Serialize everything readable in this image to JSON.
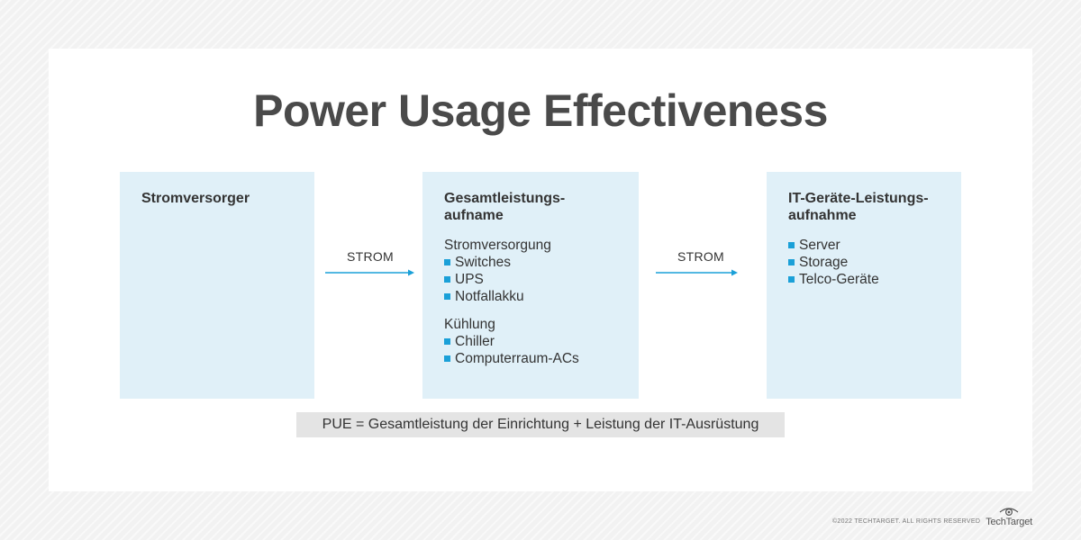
{
  "title": "Power Usage Effectiveness",
  "boxes": {
    "left": {
      "title": "Stromversorger"
    },
    "middle": {
      "title_line1": "Gesamtleistungs-",
      "title_line2": "aufname",
      "groups": [
        {
          "title": "Stromversorgung",
          "items": [
            "Switches",
            "UPS",
            "Notfallakku"
          ]
        },
        {
          "title": "Kühlung",
          "items": [
            "Chiller",
            "Computerraum-ACs"
          ]
        }
      ]
    },
    "right": {
      "title_line1": "IT-Geräte-Leistungs-",
      "title_line2": "aufnahme",
      "items": [
        "Server",
        "Storage",
        "Telco-Geräte"
      ]
    }
  },
  "arrows": [
    {
      "label": "STROM"
    },
    {
      "label": "STROM"
    }
  ],
  "formula": "PUE = Gesamtleistung der Einrichtung + Leistung der IT-Ausrüstung",
  "footer": {
    "copyright": "©2022 TECHTARGET. ALL RIGHTS RESERVED",
    "logo": "TechTarget"
  },
  "colors": {
    "box_background": "#e0f0f8",
    "accent": "#1aa0d8",
    "title": "#4a4a4a",
    "formula_background": "#e4e4e4"
  },
  "icons": {
    "bullet": "square-bullet-icon",
    "arrow": "arrow-right-icon",
    "logo": "eye-logo-icon"
  }
}
